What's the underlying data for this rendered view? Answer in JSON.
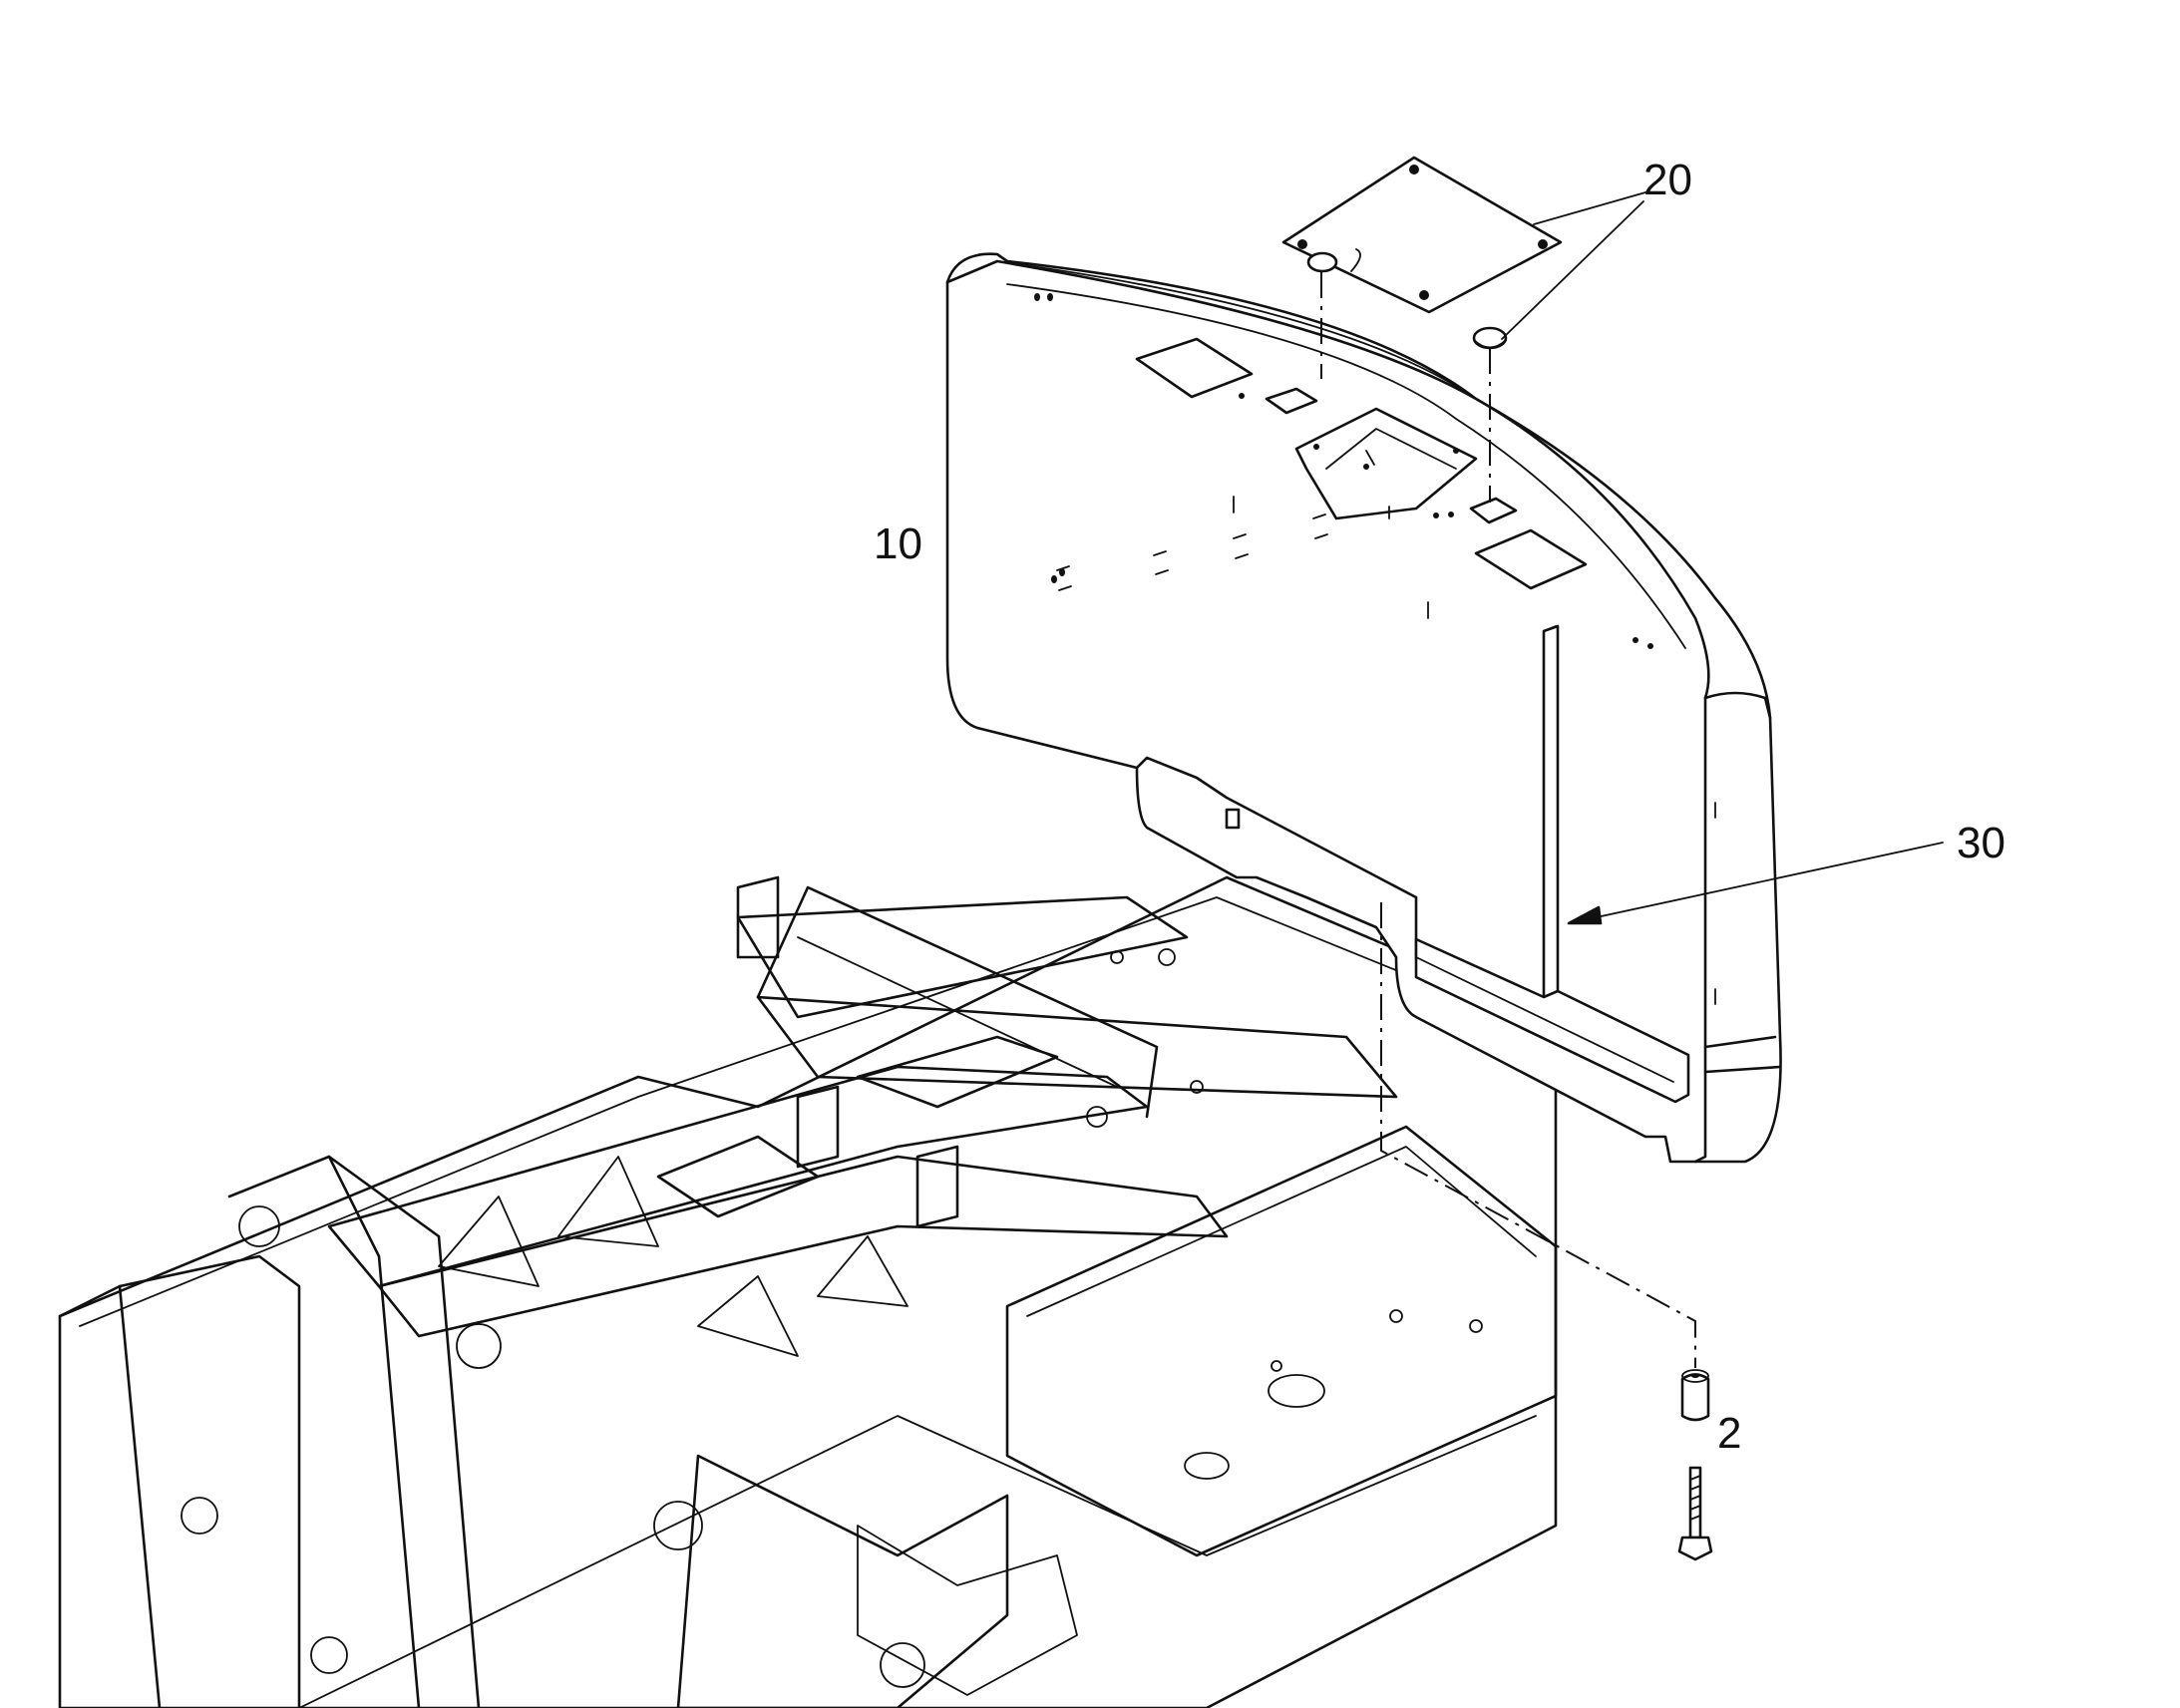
{
  "diagram": {
    "callouts": [
      {
        "id": "c20",
        "label": "20"
      },
      {
        "id": "c10",
        "label": "10"
      },
      {
        "id": "c30",
        "label": "30"
      },
      {
        "id": "c2",
        "label": "2"
      }
    ],
    "colors": {
      "line": "#111111",
      "background": "#ffffff"
    }
  }
}
